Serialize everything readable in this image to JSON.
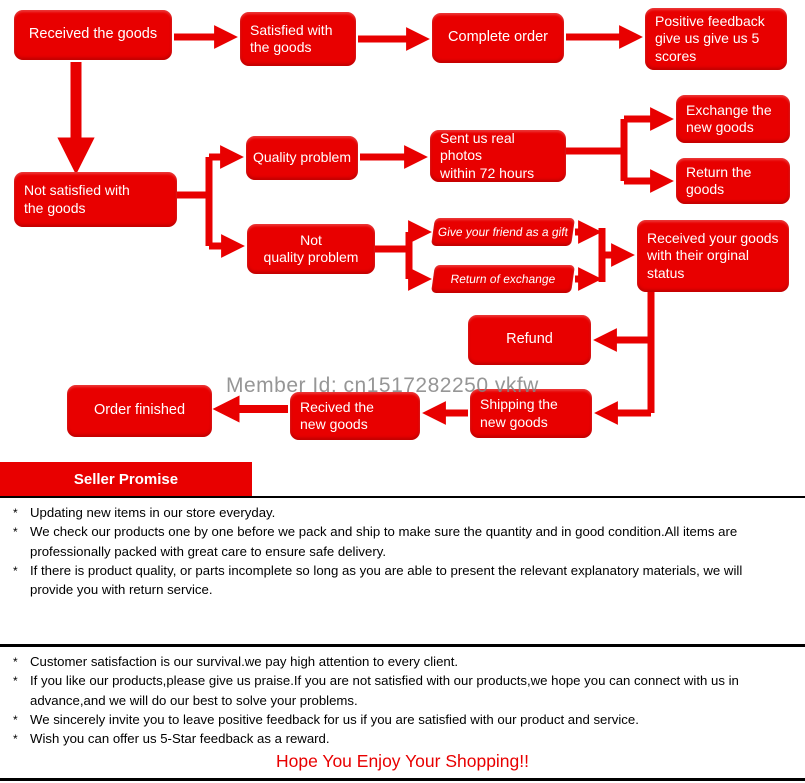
{
  "colors": {
    "red": "#e80000",
    "white": "#ffffff",
    "black": "#000000",
    "watermark_gray": "#848484"
  },
  "flowchart": {
    "watermark": "Member Id: cn1517282250 vkfw",
    "nodes": {
      "received": "Received the goods",
      "satisfied": "Satisfied with\nthe goods",
      "complete": "Complete order",
      "positive": "Positive feedback\ngive us give us 5\nscores",
      "not_satisfied": "Not satisfied with\nthe goods",
      "quality": "Quality problem",
      "sent_photos": "Sent us real photos\nwithin 72 hours",
      "exchange": "Exchange the\nnew goods",
      "return_goods": "Return the\ngoods",
      "not_quality": "Not\nquality problem",
      "gift": "Give your friend as a gift",
      "return_exchange": "Return of exchange",
      "received_original": "Received your goods\nwith their orginal\nstatus",
      "refund": "Refund",
      "shipping": "Shipping the\nnew goods",
      "recived_new": "Recived the\nnew goods",
      "order_finished": "Order finished"
    }
  },
  "seller_promise": {
    "header": "Seller Promise",
    "marker": "*",
    "bullets_top": [
      "Updating new items in our store everyday.",
      "We check our products one by one before we pack and ship to make sure the quantity and in good condition.All items are professionally packed with great care to ensure safe delivery.",
      "If there is product quality, or parts incomplete so long as you are able to present the relevant explanatory materials, we will provide you with return service."
    ],
    "bullets_bottom": [
      "Customer satisfaction is our survival.we pay high attention to every client.",
      "If you like our products,please give us praise.If you are not satisfied with our products,we hope you can connect with us in advance,and we will do our best to solve your problems.",
      "We sincerely invite you to leave positive feedback for us if you are satisfied with our product and service.",
      "Wish you can offer us 5-Star feedback as a reward."
    ]
  },
  "footer": {
    "text": "Hope You Enjoy Your Shopping!!"
  }
}
